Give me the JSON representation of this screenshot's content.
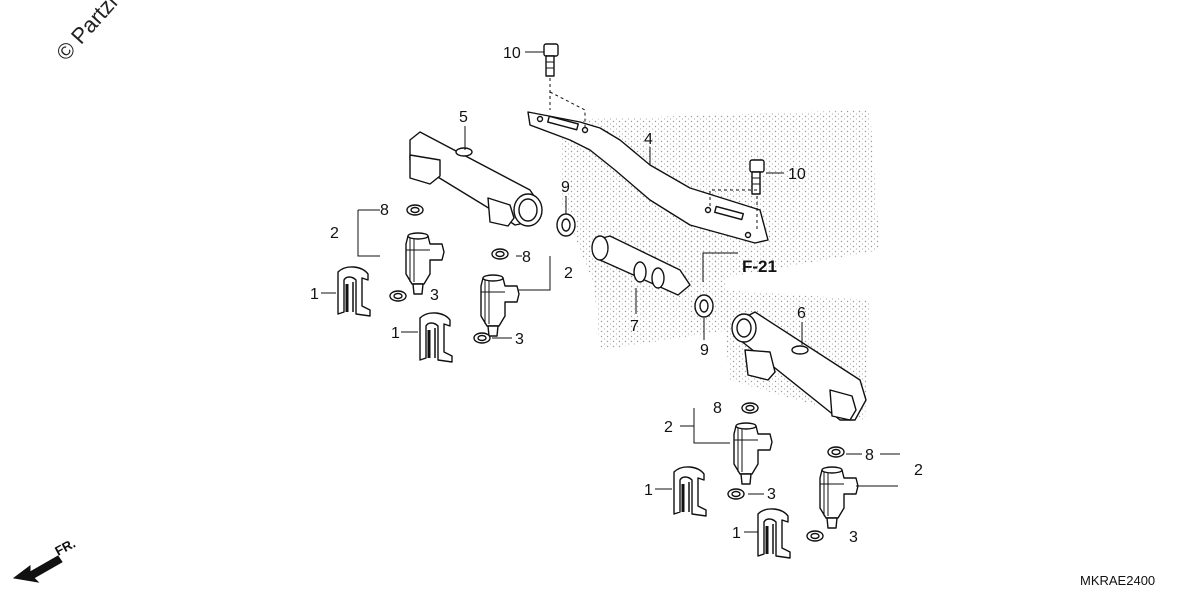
{
  "watermark": "© Partzi",
  "diagram_code": "MKRAE2400",
  "front_arrow_label": "FR.",
  "reference_label": "F-21",
  "callouts": {
    "p1a": "1",
    "p1b": "1",
    "p1c": "1",
    "p1d": "1",
    "p2a": "2",
    "p2b": "2",
    "p2c": "2",
    "p2d": "2",
    "p3a": "3",
    "p3b": "3",
    "p3c": "3",
    "p3d": "3",
    "p4": "4",
    "p5": "5",
    "p6": "6",
    "p7": "7",
    "p8a": "8",
    "p8b": "8",
    "p8c": "8",
    "p8d": "8",
    "p9a": "9",
    "p9b": "9",
    "p10a": "10",
    "p10b": "10"
  }
}
